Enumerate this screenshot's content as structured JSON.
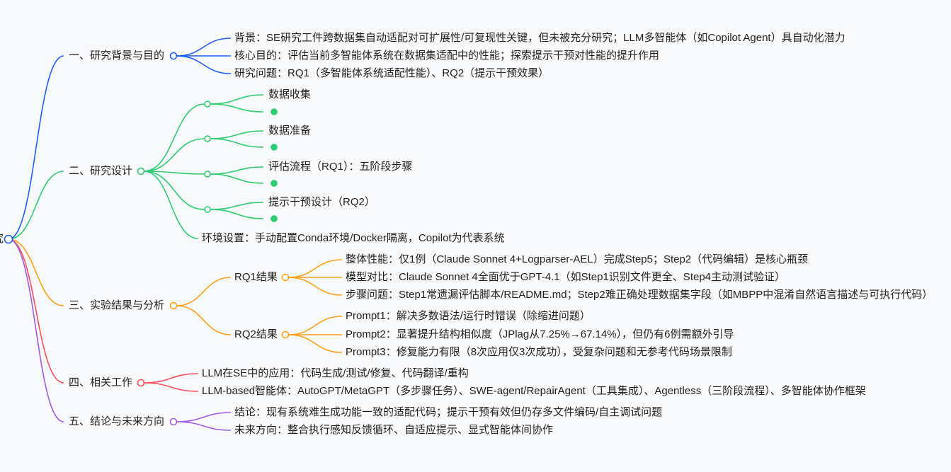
{
  "colors": {
    "background": "#f8f9fb",
    "branch1": "#1f5eff",
    "branch2": "#2ecc71",
    "branch3": "#ff9f1a",
    "branch4": "#ff4d5a",
    "branch5": "#a05ce6"
  },
  "root": {
    "label": "究"
  },
  "branches": [
    {
      "label": "一、研究背景与目的",
      "children": [
        "背景：SE研究工件跨数据集自动适配对可扩展性/可复现性关键，但未被充分研究；LLM多智能体（如Copilot Agent）具自动化潜力",
        "核心目的：评估当前多智能体系统在数据集适配中的性能；探索提示干预对性能的提升作用",
        "研究问题：RQ1（多智能体系统适配性能）、RQ2（提示干预效果）"
      ]
    },
    {
      "label": "二、研究设计",
      "children": [
        "数据收集",
        "数据准备",
        "评估流程（RQ1）：五阶段步骤",
        "提示干预设计（RQ2）"
      ],
      "extra": "环境设置：手动配置Conda环境/Docker隔离，Copilot为代表系统"
    },
    {
      "label": "三、实验结果与分析",
      "groups": [
        {
          "label": "RQ1结果",
          "children": [
            "整体性能：仅1例（Claude Sonnet 4+Logparser-AEL）完成Step5；Step2（代码编辑）是核心瓶颈",
            "模型对比：Claude Sonnet 4全面优于GPT-4.1（如Step1识别文件更全、Step4主动测试验证）",
            "步骤问题：Step1常遗漏评估脚本/README.md；Step2难正确处理数据集字段（如MBPP中混淆自然语言描述与可执行代码）"
          ]
        },
        {
          "label": "RQ2结果",
          "children": [
            "Prompt1：解决多数语法/运行时错误（除缩进问题）",
            "Prompt2：显著提升结构相似度（JPlag从7.25%→67.14%），但仍有6例需额外引导",
            "Prompt3：修复能力有限（8次应用仅3次成功），受复杂问题和无参考代码场景限制"
          ]
        }
      ]
    },
    {
      "label": "四、相关工作",
      "children": [
        "LLM在SE中的应用：代码生成/测试/修复、代码翻译/重构",
        "LLM-based智能体：AutoGPT/MetaGPT（多步骤任务）、SWE-agent/RepairAgent（工具集成）、Agentless（三阶段流程）、多智能体协作框架"
      ]
    },
    {
      "label": "五、结论与未来方向",
      "children": [
        "结论：现有系统难生成功能一致的适配代码；提示干预有效但仍存多文件编码/自主调试问题",
        "未来方向：整合执行感知反馈循环、自适应提示、显式智能体间协作"
      ]
    }
  ]
}
